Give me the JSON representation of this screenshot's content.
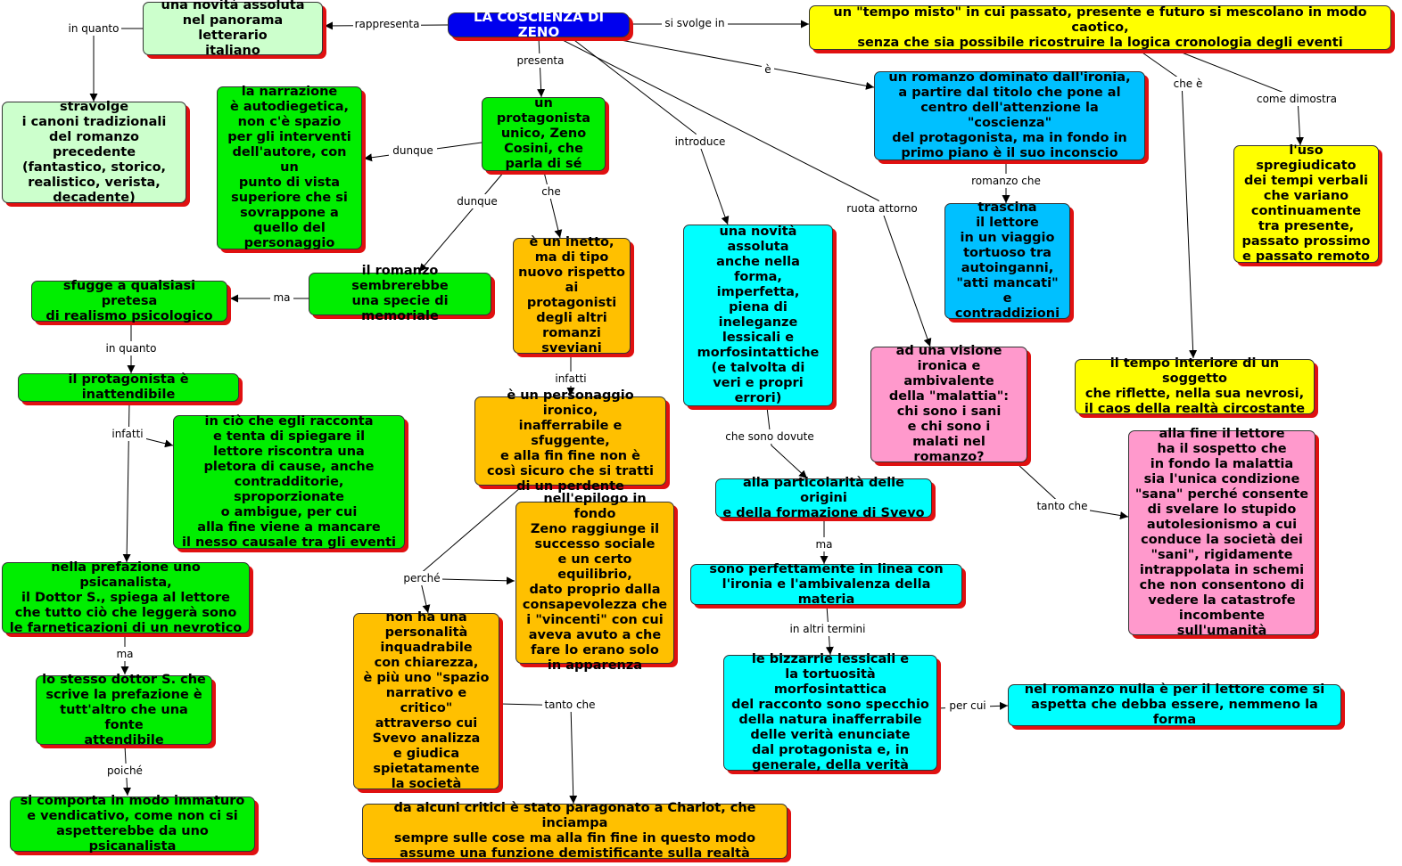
{
  "nodes": {
    "title": "LA COSCIENZA DI ZENO",
    "novita": "una novità assoluta\nnel panorama letterario\nitaliano",
    "stravolge": "stravolge\ni canoni tradizionali\ndel romanzo precedente\n(fantastico, storico,\nrealistico, verista,\ndecadente)",
    "narrazione": "la narrazione\nè autodiegetica,\nnon c'è spazio\nper gli interventi\ndell'autore, con un\npunto di vista\nsuperiore che si\nsovrappone a\nquello del\npersonaggio",
    "protagonista": "un protagonista\nunico, Zeno\nCosini, che\nparla di sé",
    "memoriale": "il romanzo sembrerebbe\nuna specie di memoriale",
    "sfugge": "sfugge a qualsiasi pretesa\ndi realismo psicologico",
    "inattendibile": "il protagonista è inattendibile",
    "racconta": "in ciò che egli racconta\ne tenta di spiegare il\nlettore riscontra una\npletora di cause, anche\ncontradditorie, sproporzionate\no ambigue, per cui\nalla fine viene a mancare\nil nesso causale tra gli eventi",
    "prefazione": "nella prefazione uno psicanalista,\nil Dottor S.,  spiega al lettore\nche tutto ciò che leggerà sono\nle farneticazioni di un nevrotico",
    "dottor": "lo stesso dottor S. che\nscrive la prefazione è\ntutt'altro che una fonte\nattendibile",
    "immaturo": "si comporta in modo immaturo\ne vendicativo, come non ci si\naspetterebbe da uno psicanalista",
    "inetto": "è un inetto,\nma di tipo\nnuovo rispetto\nai protagonisti\ndegli altri\nromanzi\nsveviani",
    "ironico": "è un personaggio ironico,\ninafferrabile e sfuggente,\ne alla fin fine non è\ncosì sicuro che si tratti\ndi un perdente",
    "epilogo": "nell'epilogo in fondo\nZeno raggiunge il\nsuccesso sociale\ne un certo equilibrio,\ndato proprio dalla\nconsapevolezza che\ni \"vincenti\" con cui\naveva avuto a che\nfare lo erano solo\nin apparenza",
    "personalita": "non ha una\npersonalità\ninquadrabile\ncon chiarezza,\nè più uno \"spazio\nnarrativo e critico\"\nattraverso cui\nSvevo analizza\ne giudica\nspietatamente\nla società",
    "charlot": "da alcuni critici è stato paragonato a Charlot, che inciampa\nsempre sulle cose ma alla fin fine in questo modo\nassume una funzione demistificante sulla realtà",
    "forma": "una novità\nassoluta\nanche nella\nforma,\nimperfetta,\npiena di\nineleganze\nlessicali e\nmorfosintattiche\n(e talvolta di\nveri e propri errori)",
    "origini": "alla particolarità delle origini\ne della formazione di Svevo",
    "linea": "sono perfettamente in linea con\nl'ironia e l'ambivalenza della materia",
    "bizzarrie": "le bizzarrie lessicali e\nla tortuosità morfosintattica\ndel racconto sono specchio\ndella natura inafferrabile\ndelle verità enunciate\ndal protagonista e, in\ngenerale, della verità",
    "nulla": "nel romanzo nulla è per il lettore come si\naspetta che debba essere, nemmeno la forma",
    "ironia": "un romanzo dominato dall'ironia,\na partire dal titolo che pone al\ncentro dell'attenzione la \"coscienza\"\ndel protagonista, ma in fondo in\nprimo piano è il suo inconscio",
    "trascina": "trascina\nil lettore\nin un viaggio\ntortuoso tra\nautoinganni,\n\"atti mancati\"\ne contraddizioni",
    "visione": "ad una visione\nironica e\nambivalente\ndella \"malattia\":\nchi sono i sani\ne chi sono i\nmalati nel romanzo?",
    "tempo": "un \"tempo misto\" in cui passato, presente e futuro si mescolano in modo caotico,\nsenza che sia possibile ricostruire la  logica cronologia degli eventi",
    "interiore": "il tempo interiore di un soggetto\nche riflette, nella sua nevrosi,\nil caos della realtà circostante",
    "spregiudicato": "l'uso spregiudicato\ndei tempi verbali\nche variano\ncontinuamente\ntra presente,\npassato prossimo\ne passato remoto",
    "finale": "alla fine il lettore\nha il sospetto che\nin fondo la malattia\nsia l'unica condizione\n\"sana\" perché consente\ndi svelare lo stupido\nautolesionismo a cui\nconduce la società dei\n\"sani\", rigidamente\nintrappolata in schemi\nche non consentono di\nvedere la catastrofe\nincombente sull'umanità"
  },
  "links": {
    "rappresenta": "rappresenta",
    "in_quanto_1": "in quanto",
    "si_svolge_in": "si svolge in",
    "presenta": "presenta",
    "e": "è",
    "introduce": "introduce",
    "ruota_attorno": "ruota attorno",
    "che_e": "che è",
    "come_dimostra": "come dimostra",
    "dunque_1": "dunque",
    "dunque_2": "dunque",
    "che": "che",
    "ma_1": "ma",
    "in_quanto_2": "in quanto",
    "infatti_1": "infatti",
    "ma_2": "ma",
    "poiche": "poiché",
    "infatti_2": "infatti",
    "perche": "perché",
    "tanto_che_1": "tanto che",
    "romanzo_che": "romanzo che",
    "che_sono_dovute": "che sono dovute",
    "ma_3": "ma",
    "in_altri_termini": "in altri termini",
    "per_cui": "per cui",
    "tanto_che_2": "tanto che"
  }
}
